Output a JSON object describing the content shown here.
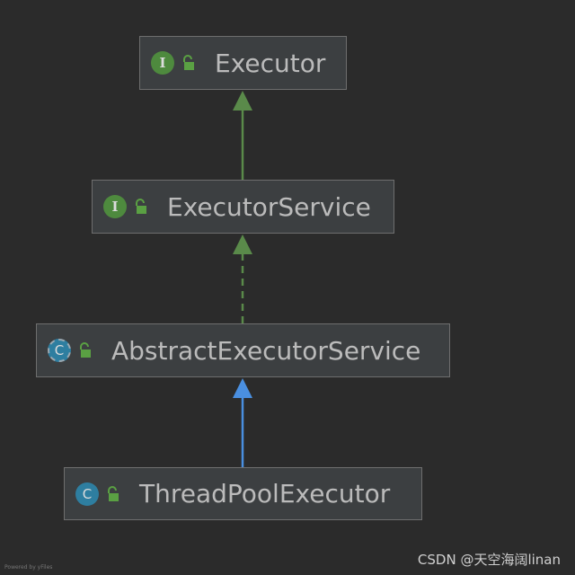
{
  "diagram": {
    "nodes": [
      {
        "id": "executor",
        "label": "Executor",
        "kind": "interface",
        "badge": "I",
        "access": "public"
      },
      {
        "id": "executor-service",
        "label": "ExecutorService",
        "kind": "interface",
        "badge": "I",
        "access": "public"
      },
      {
        "id": "abstract-executor-service",
        "label": "AbstractExecutorService",
        "kind": "abstract-class",
        "badge": "C",
        "access": "public"
      },
      {
        "id": "thread-pool-executor",
        "label": "ThreadPoolExecutor",
        "kind": "class",
        "badge": "C",
        "access": "public"
      }
    ],
    "edges": [
      {
        "from": "executor-service",
        "to": "executor",
        "relation": "extends",
        "style": "solid",
        "color": "#5a8a4a"
      },
      {
        "from": "abstract-executor-service",
        "to": "executor-service",
        "relation": "implements",
        "style": "dashed",
        "color": "#5a8a4a"
      },
      {
        "from": "thread-pool-executor",
        "to": "abstract-executor-service",
        "relation": "extends",
        "style": "solid",
        "color": "#4a8fe0"
      }
    ],
    "colors": {
      "background": "#2b2b2b",
      "node_fill": "#3c3f41",
      "node_border": "#6e6e6e",
      "text": "#bbbbbb",
      "interface_badge": "#4e8a3e",
      "class_badge": "#2e7ea0",
      "lock_icon": "#5aa043"
    }
  },
  "watermark": "CSDN @天空海阔linan",
  "powered_by": "Powered by yFiles"
}
